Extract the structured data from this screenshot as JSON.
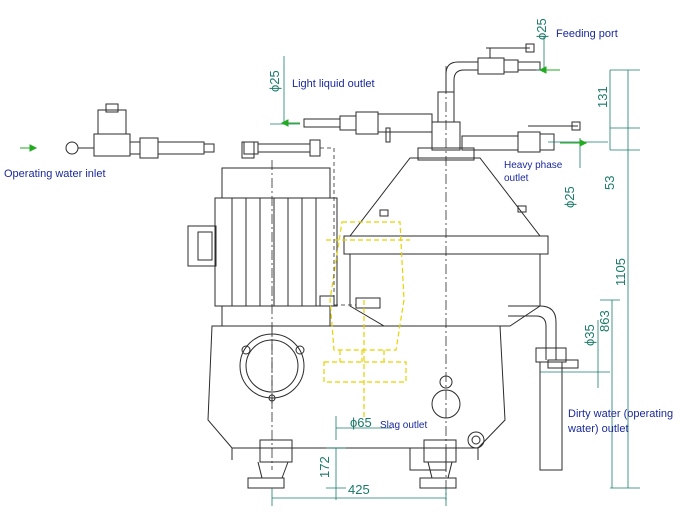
{
  "labels": {
    "feeding_port": "Feeding port",
    "light_liquid_outlet": "Light liquid outlet",
    "operating_water_inlet": "Operating water inlet",
    "heavy_phase_outlet_1": "Heavy phase",
    "heavy_phase_outlet_2": "outlet",
    "slag_outlet": "Slag outlet",
    "dirty_water_1": "Dirty water (operating",
    "dirty_water_2": "water) outlet"
  },
  "dimensions": {
    "feed_dia": "ϕ25",
    "light_dia": "ϕ25",
    "heavy_dia": "ϕ25",
    "dirty_dia": "ϕ35",
    "slag_dia": "ϕ65",
    "h131": "131",
    "h53": "53",
    "h1105": "1105",
    "h863": "863",
    "h172": "172",
    "w425": "425"
  },
  "colors": {
    "line": "#2b2b2b",
    "dim": "#1a7a6a",
    "label": "#1a2a9a",
    "phantom": "#e6d200",
    "arrow": "#22aa22"
  }
}
